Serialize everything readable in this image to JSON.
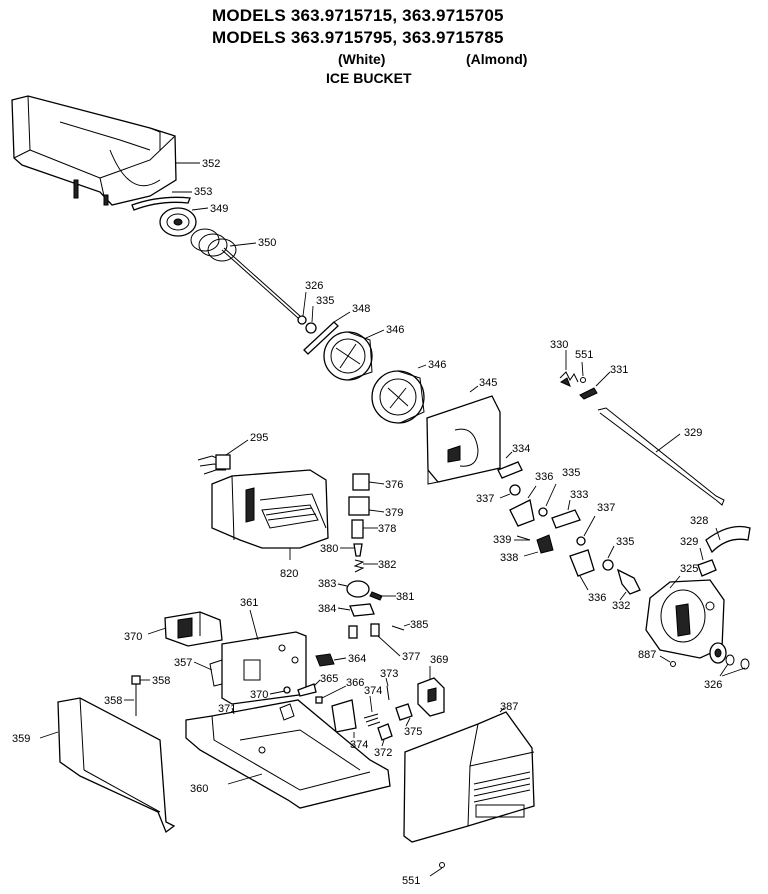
{
  "header": {
    "title_line1": "MODELS 363.9715715, 363.9715705",
    "title_line2": "MODELS 363.9715795, 363.9715785",
    "variant_white": "(White)",
    "variant_almond": "(Almond)",
    "title_line3": "ICE BUCKET"
  },
  "parts": [
    {
      "id": "p352",
      "label": "352"
    },
    {
      "id": "p353",
      "label": "353"
    },
    {
      "id": "p349",
      "label": "349"
    },
    {
      "id": "p350",
      "label": "350"
    },
    {
      "id": "p326a",
      "label": "326"
    },
    {
      "id": "p335a",
      "label": "335"
    },
    {
      "id": "p348",
      "label": "348"
    },
    {
      "id": "p346a",
      "label": "346"
    },
    {
      "id": "p346b",
      "label": "346"
    },
    {
      "id": "p345",
      "label": "345"
    },
    {
      "id": "p330",
      "label": "330"
    },
    {
      "id": "p551a",
      "label": "551"
    },
    {
      "id": "p331",
      "label": "331"
    },
    {
      "id": "p329a",
      "label": "329"
    },
    {
      "id": "p295",
      "label": "295"
    },
    {
      "id": "p376",
      "label": "376"
    },
    {
      "id": "p379",
      "label": "379"
    },
    {
      "id": "p378",
      "label": "378"
    },
    {
      "id": "p380",
      "label": "380"
    },
    {
      "id": "p382",
      "label": "382"
    },
    {
      "id": "p820",
      "label": "820"
    },
    {
      "id": "p383",
      "label": "383"
    },
    {
      "id": "p381",
      "label": "381"
    },
    {
      "id": "p384",
      "label": "384"
    },
    {
      "id": "p385",
      "label": "385"
    },
    {
      "id": "p377",
      "label": "377"
    },
    {
      "id": "p334",
      "label": "334"
    },
    {
      "id": "p337a",
      "label": "337"
    },
    {
      "id": "p336a",
      "label": "336"
    },
    {
      "id": "p335b",
      "label": "335"
    },
    {
      "id": "p333",
      "label": "333"
    },
    {
      "id": "p337b",
      "label": "337"
    },
    {
      "id": "p339",
      "label": "339"
    },
    {
      "id": "p338",
      "label": "338"
    },
    {
      "id": "p328",
      "label": "328"
    },
    {
      "id": "p329b",
      "label": "329"
    },
    {
      "id": "p335c",
      "label": "335"
    },
    {
      "id": "p336b",
      "label": "336"
    },
    {
      "id": "p332",
      "label": "332"
    },
    {
      "id": "p325",
      "label": "325"
    },
    {
      "id": "p887",
      "label": "887"
    },
    {
      "id": "p326b",
      "label": "326"
    },
    {
      "id": "p361",
      "label": "361"
    },
    {
      "id": "p370a",
      "label": "370"
    },
    {
      "id": "p357",
      "label": "357"
    },
    {
      "id": "p364",
      "label": "364"
    },
    {
      "id": "p369",
      "label": "369"
    },
    {
      "id": "p358a",
      "label": "358"
    },
    {
      "id": "p358b",
      "label": "358"
    },
    {
      "id": "p370b",
      "label": "370"
    },
    {
      "id": "p365",
      "label": "365"
    },
    {
      "id": "p366",
      "label": "366"
    },
    {
      "id": "p373",
      "label": "373"
    },
    {
      "id": "p374a",
      "label": "374"
    },
    {
      "id": "p371",
      "label": "371"
    },
    {
      "id": "p375",
      "label": "375"
    },
    {
      "id": "p387",
      "label": "387"
    },
    {
      "id": "p359",
      "label": "359"
    },
    {
      "id": "p374b",
      "label": "374"
    },
    {
      "id": "p372",
      "label": "372"
    },
    {
      "id": "p360",
      "label": "360"
    },
    {
      "id": "p551b",
      "label": "551"
    }
  ]
}
